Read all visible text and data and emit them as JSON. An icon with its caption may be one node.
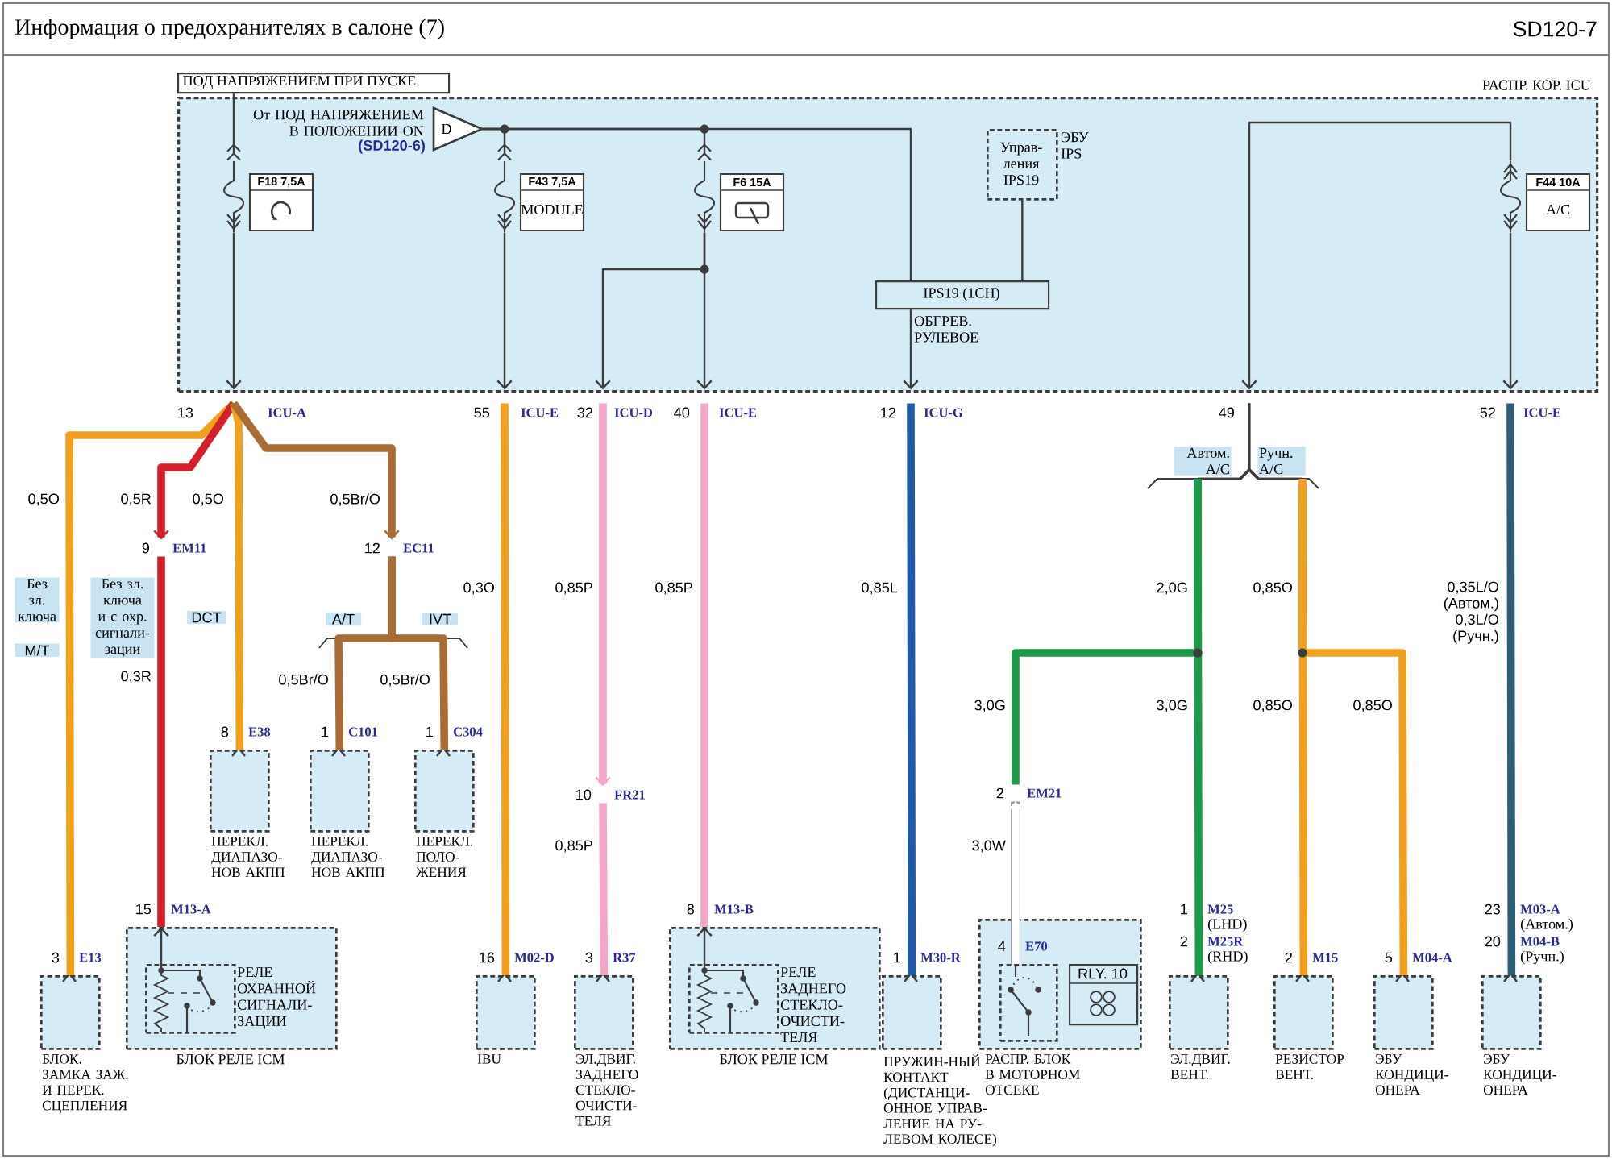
{
  "diagram": {
    "title": "Информация о предохранителях в салоне (7)",
    "nodes": [
      {
        "text": [
          "РАСПР. КОР. ICU"
        ]
      },
      {
        "text": [
          "ПОД НАПРЯЖЕНИЕМ ПРИ ПУСКЕ"
        ]
      },
      {
        "text": [
          "D"
        ],
        "beside": [
          "От ПОД НАПРЯЖЕНИЕМ В ПОЛОЖЕНИИ ON",
          "(SD120-6)"
        ],
        "in": 0
      },
      {
        "text": [
          "F18 7,5A"
        ],
        "in": 0
      },
      {
        "text": [
          "F43 7,5A",
          "MODULE"
        ],
        "in": 0
      },
      {
        "text": [
          "F6 15A"
        ],
        "in": 0
      },
      {
        "text": [
          "Управ-ления IPS19"
        ],
        "beside": [
          "ЭБУ IPS"
        ],
        "in": 0
      },
      {
        "text": [
          "IPS19 (1CH)"
        ],
        "beside": [
          "ОБГРЕВ. РУЛЕВОЕ"
        ],
        "in": 0
      },
      {
        "text": [
          "F44 10A",
          "A/C"
        ],
        "in": 0
      },
      {
        "text": [
          "13",
          "ICU-A"
        ]
      },
      {
        "text": [
          "55",
          "ICU-E"
        ]
      },
      {
        "text": [
          "32",
          "ICU-D"
        ]
      },
      {
        "text": [
          "40",
          "ICU-E"
        ]
      },
      {
        "text": [
          "12",
          "ICU-G"
        ]
      },
      {
        "text": [
          "49"
        ]
      },
      {
        "text": [
          "52",
          "ICU-E"
        ]
      },
      {
        "text": [
          "9",
          "EM11"
        ]
      },
      {
        "text": [
          "12",
          "EC11"
        ]
      },
      {
        "text": [
          "10",
          "FR21"
        ]
      },
      {
        "text": [
          "2",
          "EM21"
        ]
      },
      {
        "text": [
          "ПЕРЕКЛ. ДИАПАЗО-НОВ АКПП"
        ],
        "beside": [
          "8",
          "E38"
        ]
      },
      {
        "text": [
          "ПЕРЕКЛ. ДИАПАЗО-НОВ АКПП"
        ],
        "beside": [
          "1",
          "C101"
        ]
      },
      {
        "text": [
          "ПЕРЕКЛ. ПОЛО-ЖЕНИЯ"
        ],
        "beside": [
          "1",
          "C304"
        ]
      },
      {
        "text": [
          "БЛОК. ЗАМКА ЗАЖ. И ПЕРЕК. СЦЕПЛЕНИЯ"
        ],
        "beside": [
          "3",
          "E13"
        ]
      },
      {
        "text": [
          "БЛОК РЕЛЕ ICM"
        ],
        "beside": [
          "15",
          "M13-A"
        ]
      },
      {
        "text": [
          "РЕЛЕ ОХРАННОЙ СИГНАЛИ-ЗАЦИИ"
        ],
        "in": 24
      },
      {
        "text": [
          "IBU"
        ],
        "beside": [
          "16",
          "M02-D"
        ]
      },
      {
        "text": [
          "ЭЛ.ДВИГ. ЗАДНЕГО СТЕКЛО-ОЧИСТИ-ТЕЛЯ"
        ],
        "beside": [
          "3",
          "R37"
        ]
      },
      {
        "text": [
          "БЛОК РЕЛЕ ICM"
        ],
        "beside": [
          "8",
          "M13-B"
        ]
      },
      {
        "text": [
          "РЕЛЕ ЗАДНЕГО СТЕКЛО-ОЧИСТИ-ТЕЛЯ"
        ],
        "in": 28
      },
      {
        "text": [
          "ПРУЖИН-НЫЙ КОНТАКТ (ДИСТАНЦИ-ОННОЕ УПРАВ-ЛЕНИЕ НА РУ-ЛЕВОМ КОЛЕСЕ)"
        ],
        "beside": [
          "1",
          "M30-R"
        ]
      },
      {
        "text": [
          "РАСПР. БЛОК В МОТОРНОМ ОТСЕКЕ"
        ]
      },
      {
        "text": [],
        "shape": "box",
        "beside": [
          "4",
          "E70"
        ],
        "in": 31
      },
      {
        "text": [
          "RLY. 10"
        ],
        "in": 31
      },
      {
        "text": [
          "ЭЛ.ДВИГ. ВЕНТ."
        ],
        "beside": [
          "1",
          "M25",
          "(LHD)",
          "2",
          "M25R",
          "(RHD)"
        ]
      },
      {
        "text": [
          "РЕЗИСТОР ВЕНТ."
        ],
        "beside": [
          "2",
          "M15"
        ]
      },
      {
        "text": [
          "ЭБУ КОНДИЦИ-ОНЕРА"
        ],
        "beside": [
          "5",
          "M04-A"
        ]
      },
      {
        "text": [
          "ЭБУ КОНДИЦИ-ОНЕРА"
        ],
        "beside": [
          "23",
          "M03-A",
          "(Автом.)",
          "20",
          "M04-B",
          "(Ручн.)"
        ]
      }
    ],
    "edges": [
      {
        "from": 1,
        "to": 3,
        "arrow": "other"
      },
      {
        "from": 3,
        "to": 9,
        "arrow": "to"
      },
      {
        "from": 2,
        "to": 4,
        "arrow": "other"
      },
      {
        "from": 2,
        "to": 5,
        "arrow": "other"
      },
      {
        "from": 2,
        "to": 7,
        "arrow": "none"
      },
      {
        "from": 6,
        "to": 7,
        "arrow": "none"
      },
      {
        "from": 4,
        "to": 10,
        "arrow": "to"
      },
      {
        "from": 5,
        "to": 11,
        "arrow": "to"
      },
      {
        "from": 5,
        "to": 12,
        "arrow": "to"
      },
      {
        "from": 7,
        "to": 13,
        "arrow": "to"
      },
      {
        "from": 8,
        "to": 14,
        "arrow": "to"
      },
      {
        "from": 8,
        "to": 15,
        "arrow": "to"
      },
      {
        "from": 9,
        "to": 23,
        "arrow": "none",
        "label": "0,5O",
        "color": "#f0a01e"
      },
      {
        "from": 9,
        "to": 16,
        "arrow": "to",
        "label": "0,5R",
        "color": "#d4202c"
      },
      {
        "from": 16,
        "to": 24,
        "arrow": "none",
        "label": "0,3R",
        "color": "#d4202c"
      },
      {
        "from": 9,
        "to": 20,
        "arrow": "none",
        "label": "0,5O",
        "color": "#f0a01e"
      },
      {
        "from": 9,
        "to": 17,
        "arrow": "to",
        "label": "0,5Br/O",
        "color": "#a86c36"
      },
      {
        "from": 17,
        "to": 21,
        "arrow": "none",
        "label": "0,5Br/O",
        "color": "#a86c36"
      },
      {
        "from": 17,
        "to": 22,
        "arrow": "none",
        "label": "0,5Br/O",
        "color": "#a86c36"
      },
      {
        "from": 10,
        "to": 26,
        "arrow": "none",
        "label": "0,3O",
        "color": "#f0a01e"
      },
      {
        "from": 11,
        "to": 18,
        "arrow": "to",
        "label": "0,85P",
        "color": "#f2a6c8"
      },
      {
        "from": 18,
        "to": 27,
        "arrow": "none",
        "label": "0,85P",
        "color": "#f2a6c8"
      },
      {
        "from": 12,
        "to": 28,
        "arrow": "none",
        "label": "0,85P",
        "color": "#f2a6c8"
      },
      {
        "from": 13,
        "to": 30,
        "arrow": "none",
        "label": "0,85L",
        "color": "#1e5aa8"
      },
      {
        "from": 14,
        "to": 19,
        "arrow": "none",
        "label": "3,0G",
        "color": "#1b9a48"
      },
      {
        "from": 14,
        "to": 34,
        "arrow": "none",
        "label": "3,0G",
        "color": "#1b9a48"
      },
      {
        "from": 32,
        "to": 19,
        "arrow": "to",
        "label": "3,0W",
        "color": "#ffffff"
      },
      {
        "from": 14,
        "to": 35,
        "arrow": "none",
        "label": "0,85O",
        "color": "#f0a01e"
      },
      {
        "from": 14,
        "to": 36,
        "arrow": "none",
        "label": "0,85O",
        "color": "#f0a01e"
      },
      {
        "from": 15,
        "to": 37,
        "arrow": "none",
        "label": "0,35L/O (Автом.) 0,3L/O (Ручн.)",
        "color": "#2e5d75"
      },
      {
        "from": 25,
        "to": 24,
        "arrow": "to"
      },
      {
        "from": 29,
        "to": 28,
        "arrow": "to"
      }
    ],
    "labels": [
      "SD120-7",
      "Без зл. ключа",
      "M/T",
      "Без зл. ключа и с охр. сигнали-зации",
      "DCT",
      "A/T",
      "IVT",
      "Автом. A/C",
      "Ручн. A/C",
      "2,0G",
      "0,85O"
    ]
  }
}
